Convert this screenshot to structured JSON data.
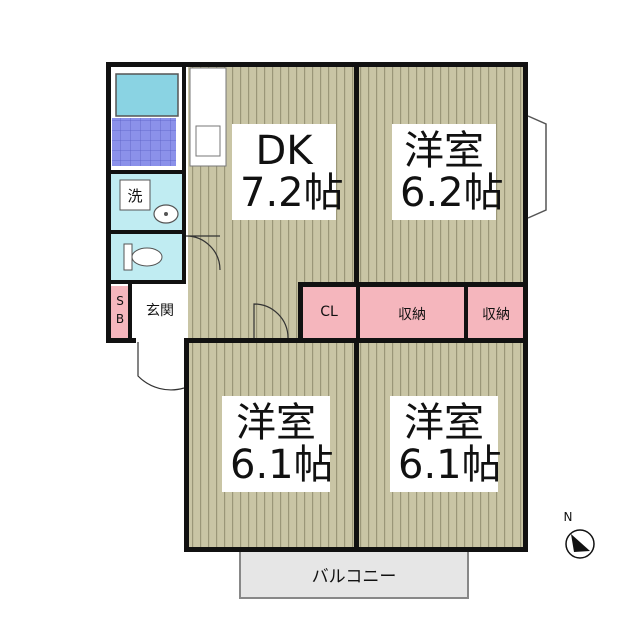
{
  "floor_plan": {
    "rooms": [
      {
        "id": "dk",
        "name": "DK",
        "size": "7.2帖"
      },
      {
        "id": "western_ne",
        "name": "洋室",
        "size": "6.2帖"
      },
      {
        "id": "western_sw",
        "name": "洋室",
        "size": "6.1帖"
      },
      {
        "id": "western_se",
        "name": "洋室",
        "size": "6.1帖"
      }
    ],
    "storage": {
      "closet": "CL",
      "storage_1": "収納",
      "storage_2": "収納"
    },
    "entrance": "玄関",
    "shoe_box": [
      "S",
      "B"
    ],
    "washer_mark": "洗",
    "balcony": "バルコニー",
    "compass": "N"
  },
  "colors": {
    "wood_floor": "#c9c5a5",
    "wood_stripe": "#9a9678",
    "wall": "#111111",
    "storage": "#f5b6bd",
    "bath": "#8ad3e3",
    "bath_tile": "#8b91ea",
    "wet_area": "#c0ecf2",
    "balcony": "#e6e6e6"
  }
}
